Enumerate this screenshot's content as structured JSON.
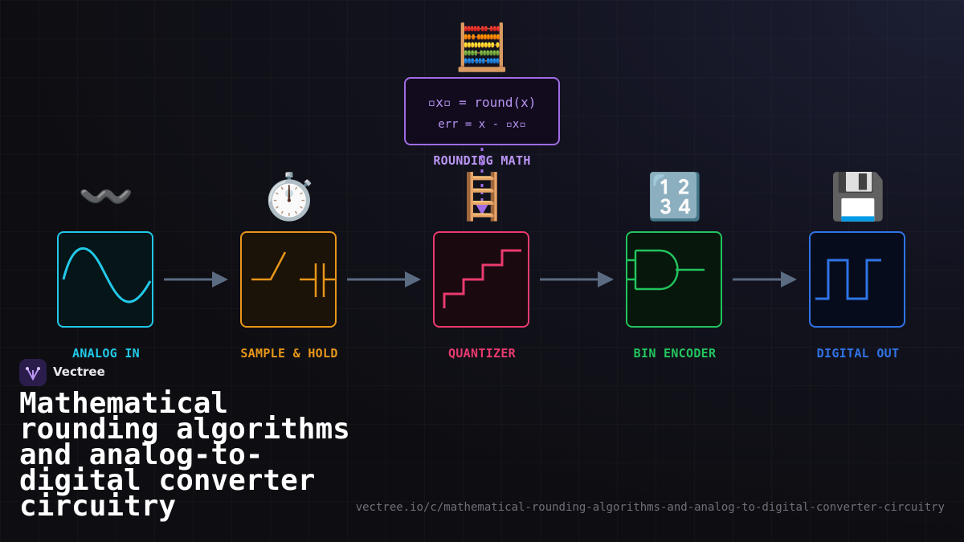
{
  "rounding_math": {
    "emoji": "🧮",
    "line1": "▫x▫ = round(x)",
    "line2": "err = x - ▫x▫",
    "label": "ROUNDING MATH",
    "color": "#a06ce6"
  },
  "stages": [
    {
      "emoji": "〰️",
      "label": "ANALOG IN",
      "color": "#22c8e8",
      "icon": "sine-wave-icon"
    },
    {
      "emoji": "⏱️",
      "label": "SAMPLE & HOLD",
      "color": "#e8961a",
      "icon": "switch-capacitor-icon"
    },
    {
      "emoji": "🪜",
      "label": "QUANTIZER",
      "color": "#ea3a6e",
      "icon": "staircase-icon"
    },
    {
      "emoji": "🔢",
      "label": "BIN ENCODER",
      "color": "#22c45e",
      "icon": "and-gate-icon"
    },
    {
      "emoji": "💾",
      "label": "DIGITAL OUT",
      "color": "#2f74e6",
      "icon": "square-wave-icon"
    }
  ],
  "brand": {
    "name": "Vectree"
  },
  "title": "Mathematical rounding algorithms and analog-to-digital converter circuitry",
  "url": "vectree.io/c/mathematical-rounding-algorithms-and-analog-to-digital-converter-circuitry"
}
